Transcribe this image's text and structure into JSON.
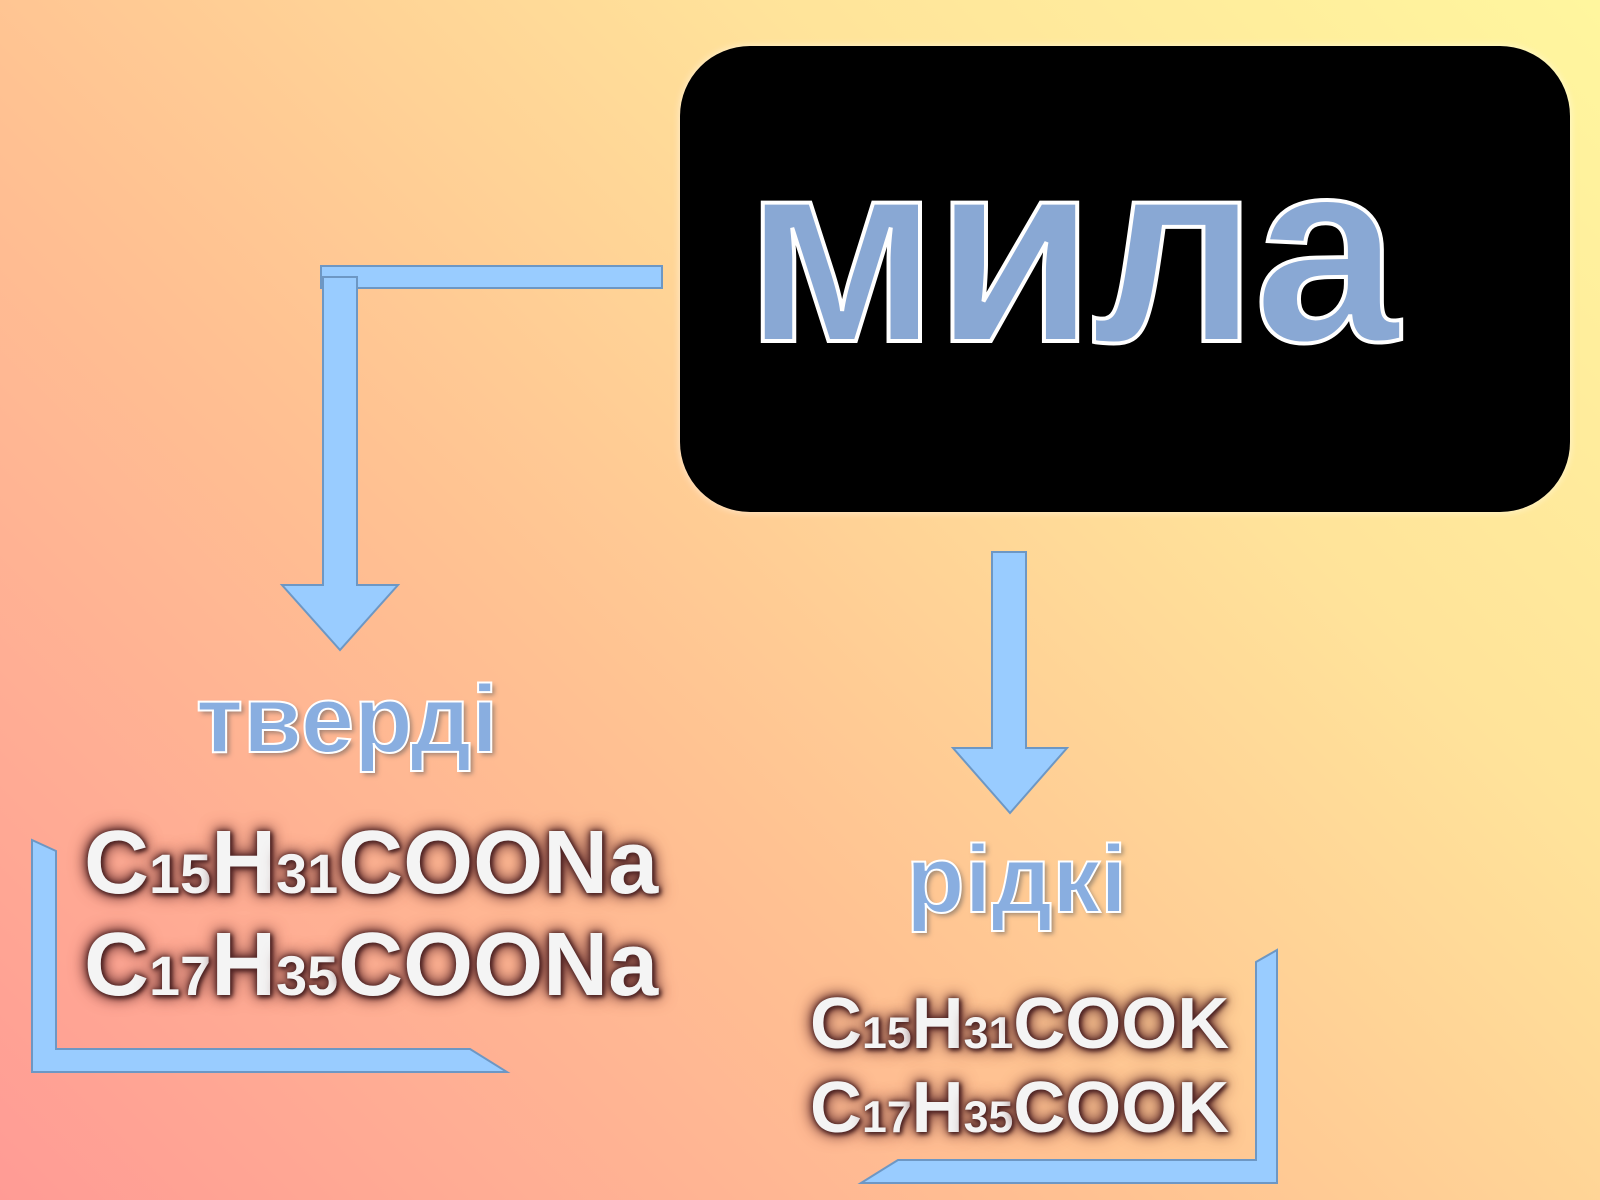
{
  "title": "мила",
  "branches": {
    "solid": {
      "label": "тверді",
      "formulas": [
        {
          "c": "C",
          "c_sub": "15",
          "h": "H",
          "h_sub": "31",
          "rest": "COONa"
        },
        {
          "c": "C",
          "c_sub": "17",
          "h": "H",
          "h_sub": "35",
          "rest": "COONa"
        }
      ]
    },
    "liquid": {
      "label": "рідкі",
      "formulas": [
        {
          "c": "C",
          "c_sub": "15",
          "h": "H",
          "h_sub": "31",
          "rest": "COOK"
        },
        {
          "c": "C",
          "c_sub": "17",
          "h": "H",
          "h_sub": "35",
          "rest": "COOK"
        }
      ]
    }
  },
  "colors": {
    "arrow_fill": "#99ccff",
    "arrow_stroke": "#6d97c4",
    "title_box": "#000000",
    "title_text": "#89a8d4",
    "label_text": "#89aee0"
  }
}
